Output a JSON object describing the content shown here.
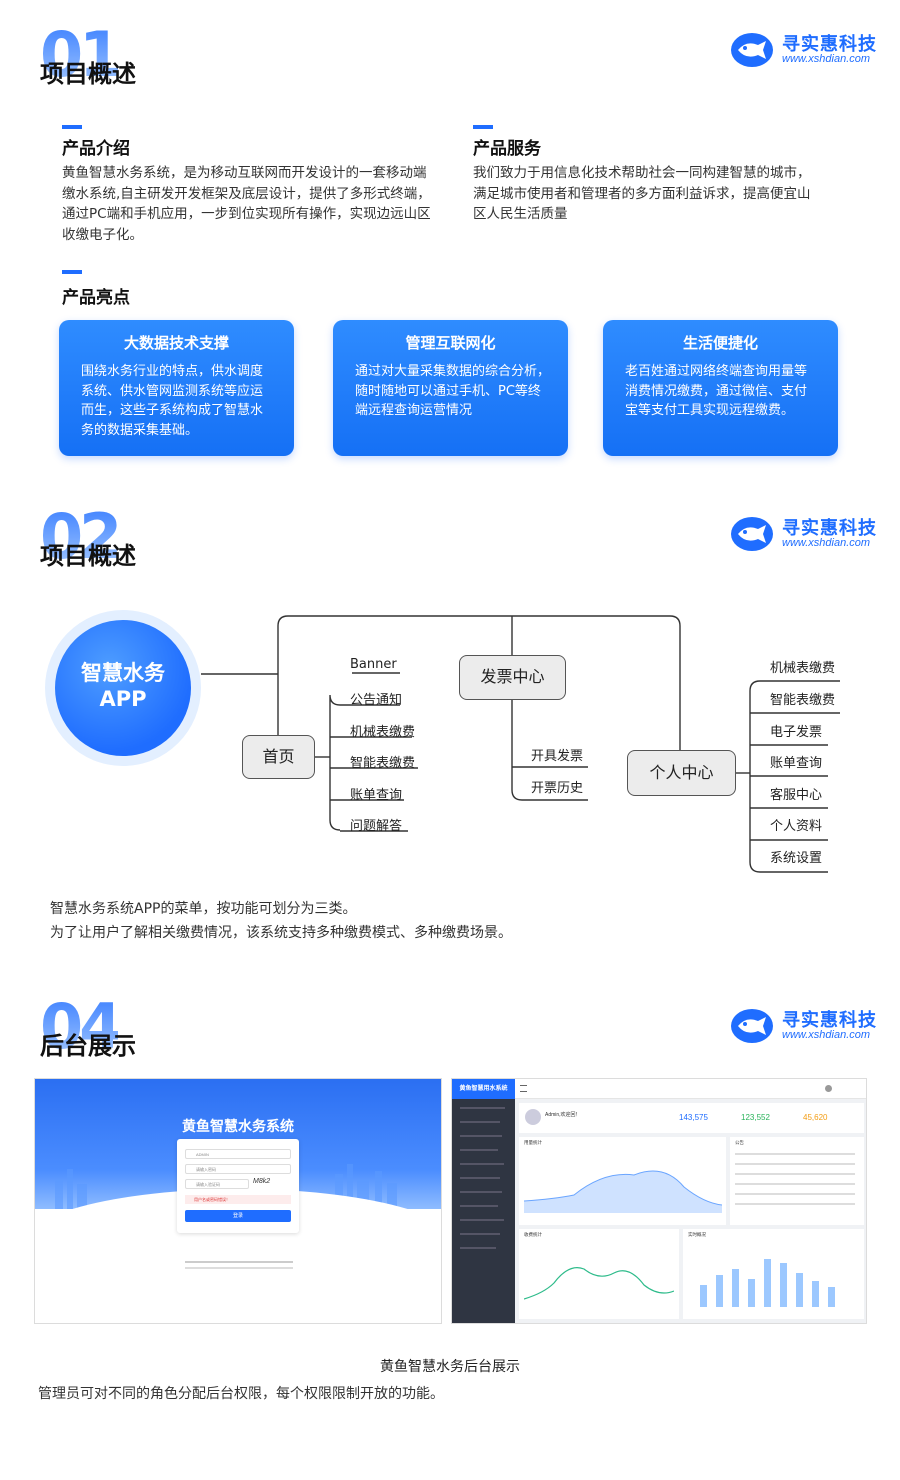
{
  "logo": {
    "name": "寻实惠科技",
    "url": "www.xshdian.com"
  },
  "section1": {
    "number": "01",
    "title": "项目概述",
    "intro": {
      "heading": "产品介绍",
      "lines": [
        " 黄鱼智慧水务系统，是为移动互联网而开发设计的一套移动端",
        "缴水系统,自主研发开发框架及底层设计，提供了多形式终端，",
        "通过PC端和手机应用，一步到位实现所有操作，实现边远山区",
        "收缴电子化。"
      ]
    },
    "service": {
      "heading": "产品服务",
      "lines": [
        "我们致力于用信息化技术帮助社会一同构建智慧的城市，",
        "满足城市使用者和管理者的多方面利益诉求，提高便宜山",
        "区人民生活质量"
      ]
    },
    "highlights_heading": "产品亮点",
    "cards": [
      {
        "title": "大数据技术支撑",
        "lines": [
          "围绕水务行业的特点，供水调度",
          "系统、供水管网监测系统等应运",
          "而生，这些子系统构成了智慧水",
          "务的数据采集基础。"
        ]
      },
      {
        "title": "管理互联网化",
        "lines": [
          "通过对大量采集数据的综合分析，",
          "随时随地可以通过手机、PC等终",
          "端远程查询运营情况"
        ]
      },
      {
        "title": "生活便捷化",
        "lines": [
          "老百姓通过网络终端查询用量等",
          "消费情况缴费，通过微信、支付",
          "宝等支付工具实现远程缴费。"
        ]
      }
    ]
  },
  "section2": {
    "number": "02",
    "title": "项目概述",
    "mindmap": {
      "center": [
        "智慧水务",
        "APP"
      ],
      "home": "首页",
      "home_items": [
        "Banner",
        "公告通知",
        "机械表缴费",
        "智能表缴费",
        "账单查询",
        "问题解答"
      ],
      "invoice": "发票中心",
      "invoice_items": [
        "开具发票",
        "开票历史"
      ],
      "personal": "个人中心",
      "personal_items": [
        "机械表缴费",
        "智能表缴费",
        "电子发票",
        "账单查询",
        "客服中心",
        "个人资料",
        "系统设置"
      ]
    },
    "desc": [
      "智慧水务系统APP的菜单，按功能可划分为三类。",
      "为了让用户了解相关缴费情况，该系统支持多种缴费模式、多种缴费场景。"
    ]
  },
  "section4": {
    "number": "04",
    "title": "后台展示",
    "login": {
      "title": "黄鱼智慧水务系统",
      "user": "ADMIN",
      "password_placeholder": "请输入密码",
      "captcha_placeholder": "请输入验证码",
      "captcha": "M8k2",
      "error": "用户名或密码错误！",
      "button": "登录"
    },
    "admin": {
      "brand": "黄鱼智慧用水系统",
      "welcome": "Admin,欢迎回！",
      "stats": [
        "143,575",
        "123,552",
        "45,620"
      ],
      "stat_colors": [
        "#1f6dff",
        "#29b35a",
        "#f39c12"
      ],
      "panel_usage": "用量统计",
      "panel_fee": "收费统计",
      "panel_notice": "公告",
      "panel_realtime": "实时概况"
    },
    "caption": "黄鱼智慧水务后台展示",
    "note": "管理员可对不同的角色分配后台权限，每个权限限制开放的功能。"
  }
}
